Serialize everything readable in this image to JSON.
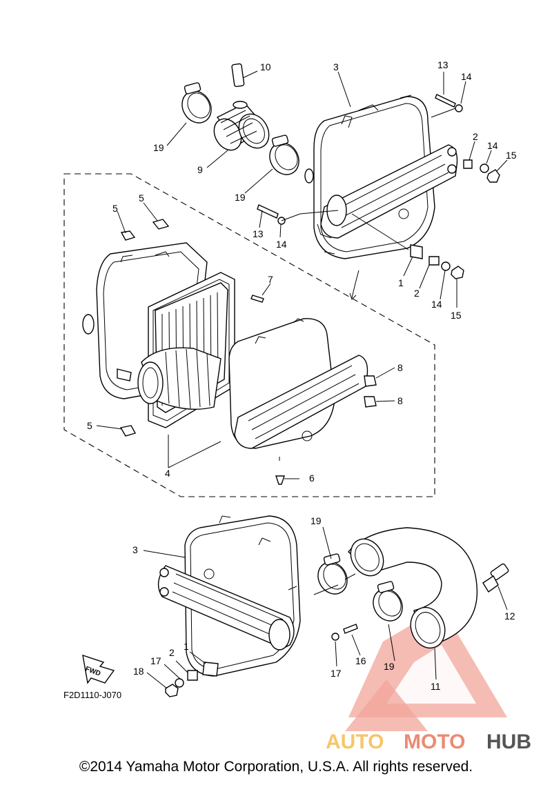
{
  "diagram": {
    "drawing_code": "F2D1110-J070",
    "fwd_label": "FWD",
    "copyright": "©2014 Yamaha Motor Corporation, U.S.A. All rights reserved.",
    "watermark": {
      "part1": "AUTO",
      "part2": "MOTO",
      "part3": "HUB"
    },
    "callouts": [
      {
        "id": "c10",
        "text": "10"
      },
      {
        "id": "c3a",
        "text": "3"
      },
      {
        "id": "c13a",
        "text": "13"
      },
      {
        "id": "c14a",
        "text": "14"
      },
      {
        "id": "c19a",
        "text": "19"
      },
      {
        "id": "c9",
        "text": "9"
      },
      {
        "id": "c19b",
        "text": "19"
      },
      {
        "id": "c2a",
        "text": "2"
      },
      {
        "id": "c14b",
        "text": "14"
      },
      {
        "id": "c15a",
        "text": "15"
      },
      {
        "id": "c13b",
        "text": "13"
      },
      {
        "id": "c14c",
        "text": "14"
      },
      {
        "id": "c1a",
        "text": "1"
      },
      {
        "id": "c2b",
        "text": "2"
      },
      {
        "id": "c14d",
        "text": "14"
      },
      {
        "id": "c15b",
        "text": "15"
      },
      {
        "id": "c5a",
        "text": "5"
      },
      {
        "id": "c5b",
        "text": "5"
      },
      {
        "id": "c7",
        "text": "7"
      },
      {
        "id": "c8a",
        "text": "8"
      },
      {
        "id": "c8b",
        "text": "8"
      },
      {
        "id": "c5c",
        "text": "5"
      },
      {
        "id": "c4",
        "text": "4"
      },
      {
        "id": "c6",
        "text": "6"
      },
      {
        "id": "c19c",
        "text": "19"
      },
      {
        "id": "c3b",
        "text": "3"
      },
      {
        "id": "c12",
        "text": "12"
      },
      {
        "id": "c1b",
        "text": "1"
      },
      {
        "id": "c17a",
        "text": "17"
      },
      {
        "id": "c2c",
        "text": "2"
      },
      {
        "id": "c18",
        "text": "18"
      },
      {
        "id": "c16",
        "text": "16"
      },
      {
        "id": "c17b",
        "text": "17"
      },
      {
        "id": "c19d",
        "text": "19"
      },
      {
        "id": "c11",
        "text": "11"
      }
    ]
  }
}
